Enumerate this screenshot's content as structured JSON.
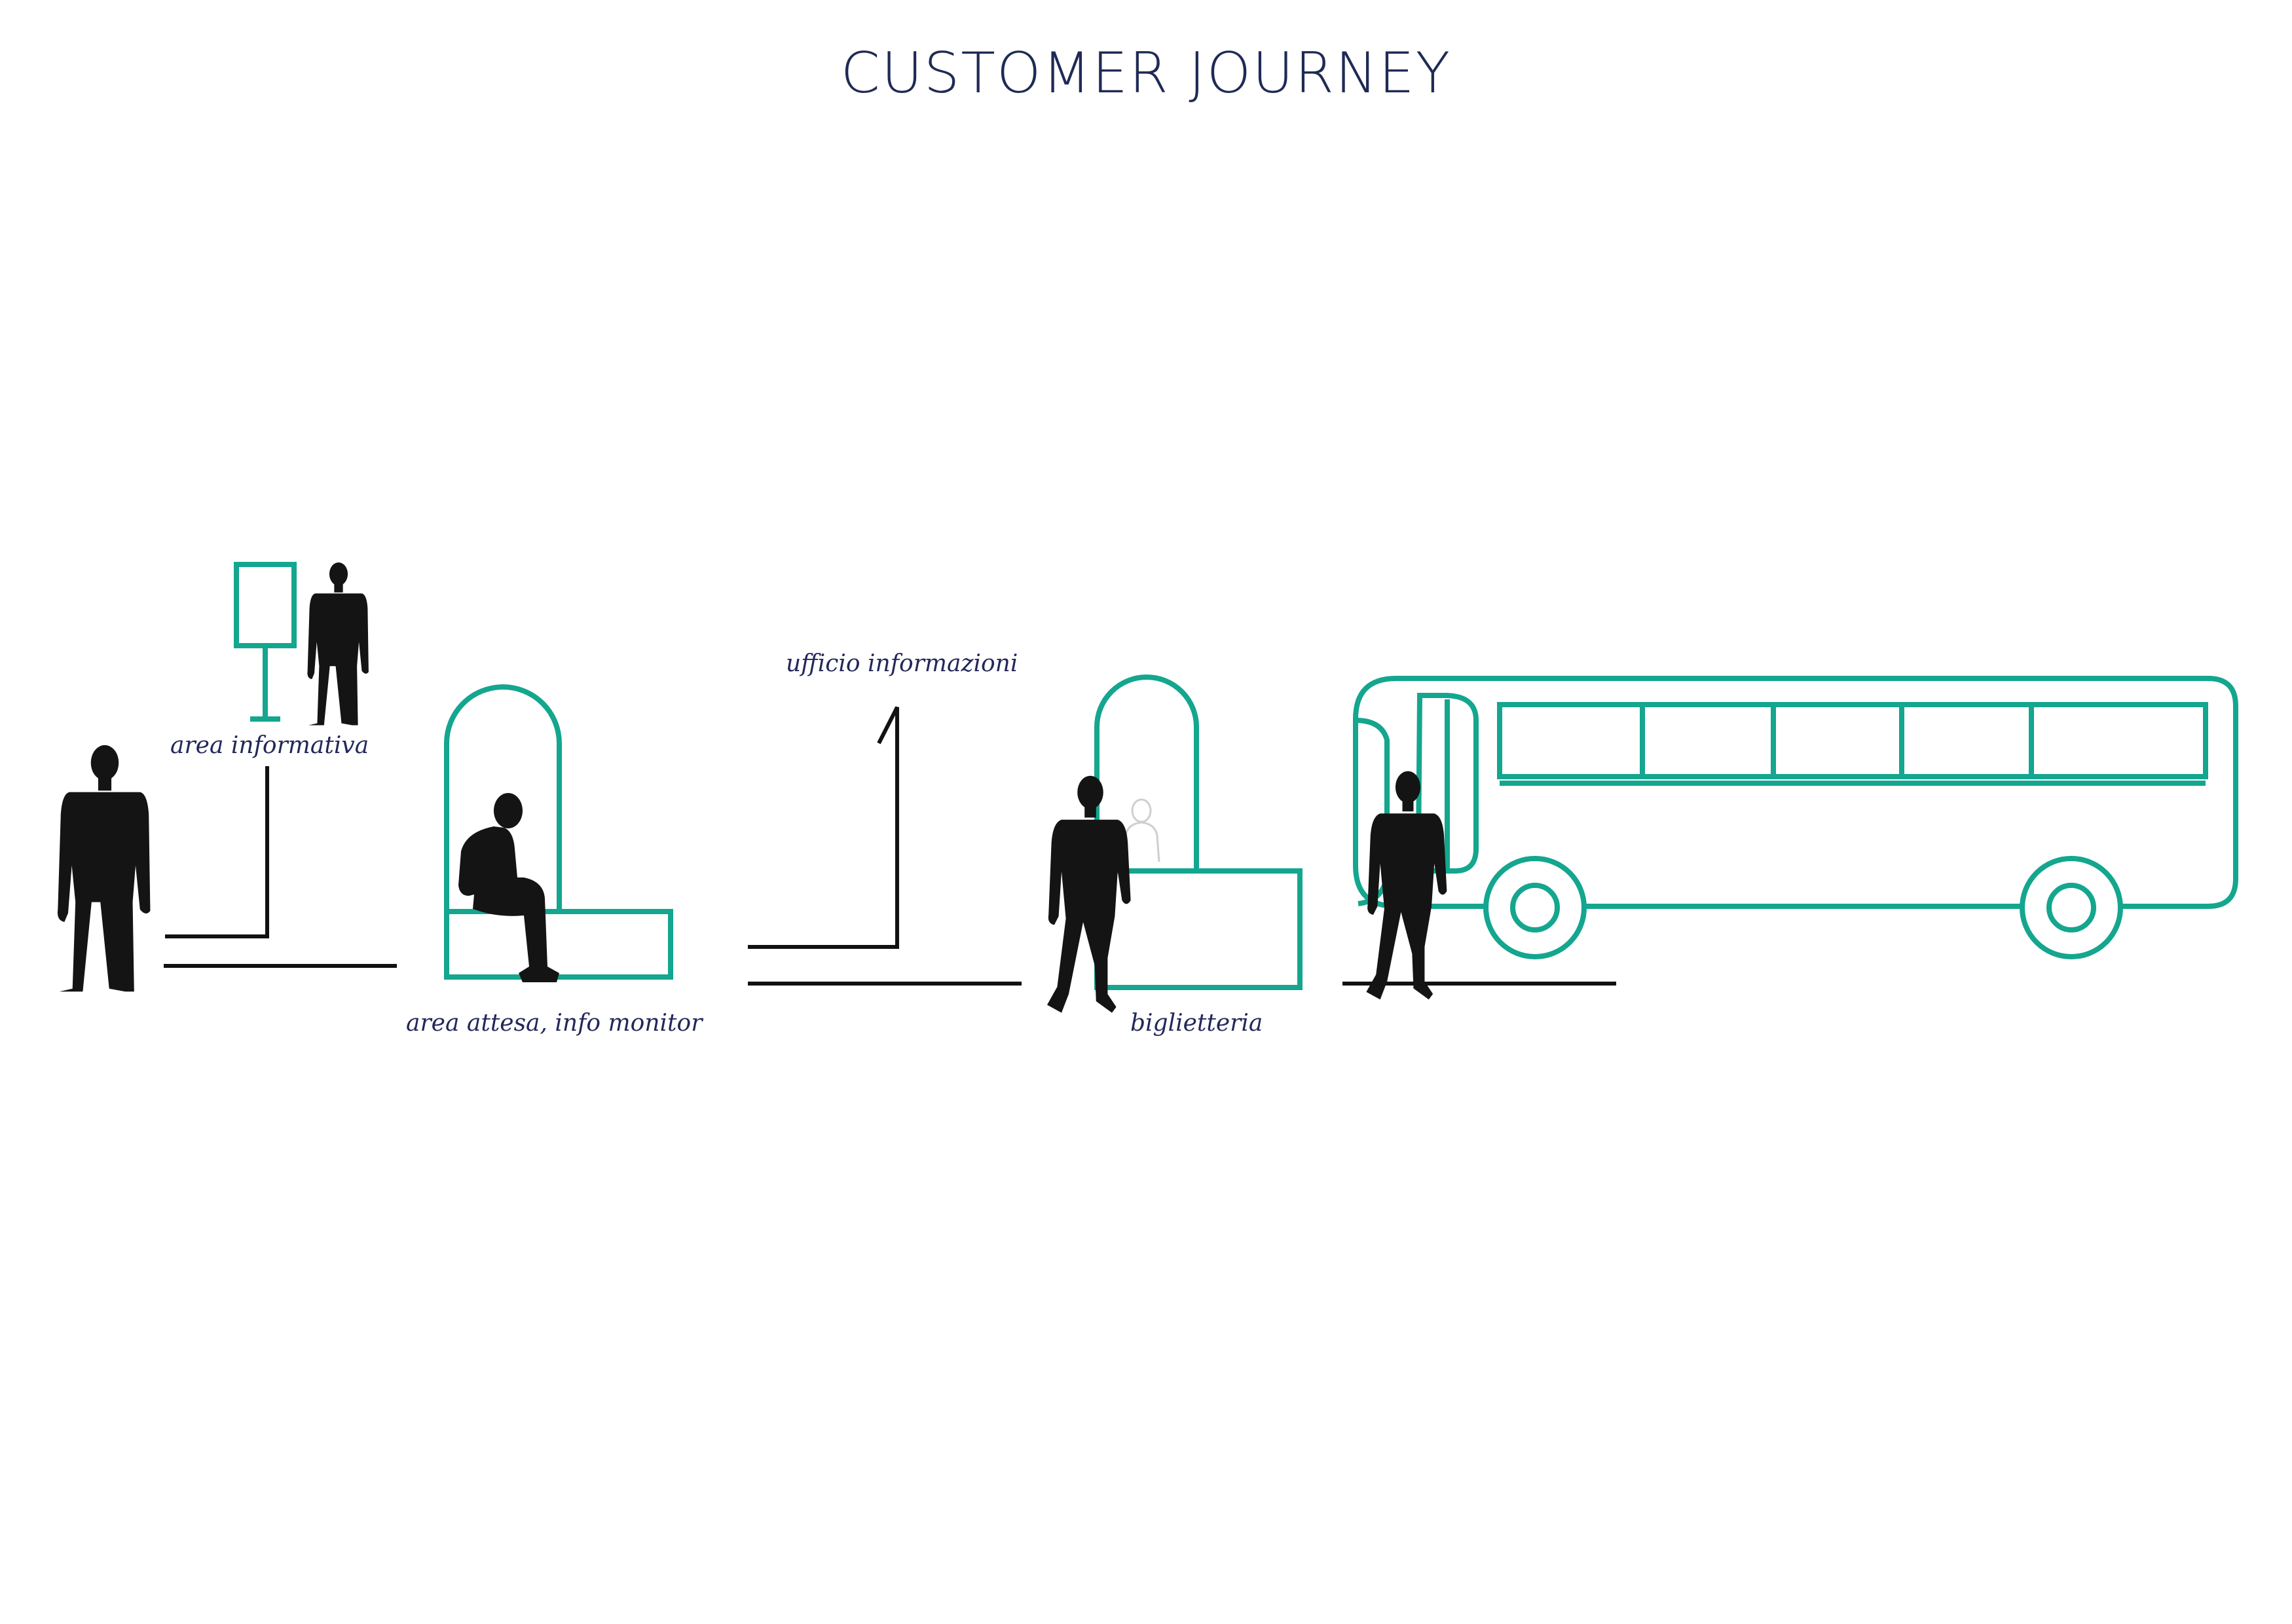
{
  "title": "CUSTOMER JOURNEY",
  "labels": {
    "area_informativa": "area informativa",
    "area_attesa": "area attesa, info monitor",
    "ufficio_informazioni": "ufficio informazioni",
    "biglietteria": "biglietteria"
  },
  "colors": {
    "accent": "#14a68e",
    "line": "#111111",
    "title": "#1f2a55",
    "label": "#23285a",
    "silhouette": "#141414"
  }
}
